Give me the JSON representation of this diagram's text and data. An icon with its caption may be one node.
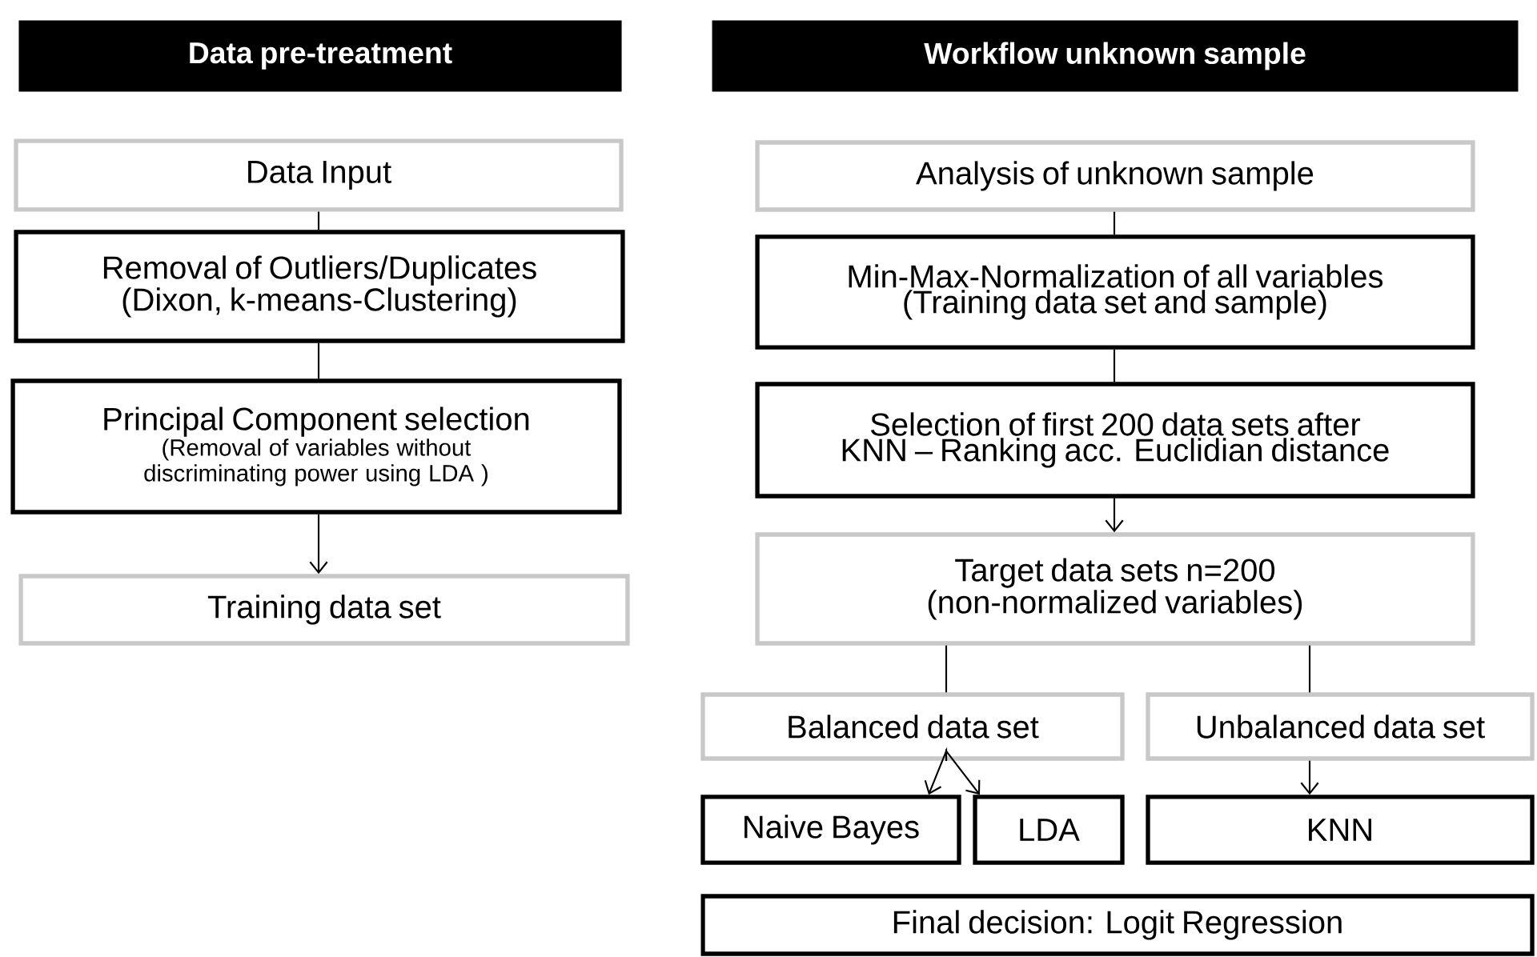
{
  "diagram": {
    "nodes": [
      {
        "text": [
          "Data pre-treatment"
        ]
      },
      {
        "text": [
          "Data Input"
        ]
      },
      {
        "text": [
          "Removal of Outliers/Duplicates",
          "(Dixon, k-means-Clustering)"
        ]
      },
      {
        "text": [
          "Principal Component selection",
          "(Removal of variables without discriminating power using  LDA )"
        ]
      },
      {
        "text": [
          "Training data set"
        ]
      },
      {
        "text": [
          "Workflow unknown sample"
        ]
      },
      {
        "text": [
          "Analysis of unknown sample"
        ]
      },
      {
        "text": [
          "Min-Max-Normalization of all variables",
          "(Training data set and sample)"
        ]
      },
      {
        "text": [
          "Selection of first 200 data sets after KNN – Ranking acc. Euclidian distance"
        ]
      },
      {
        "text": [
          "Target data sets n=200",
          "(non-normalized variables)"
        ]
      },
      {
        "text": [
          "Balanced data set"
        ]
      },
      {
        "text": [
          "Unbalanced data set"
        ]
      },
      {
        "text": [
          "Naive Bayes"
        ]
      },
      {
        "text": [
          "LDA"
        ]
      },
      {
        "text": [
          "KNN"
        ]
      },
      {
        "text": [
          "Final decision: Logit Regression"
        ]
      }
    ],
    "edges": [
      {
        "from": 1,
        "to": 2,
        "arrow": "none"
      },
      {
        "from": 2,
        "to": 3,
        "arrow": "none"
      },
      {
        "from": 3,
        "to": 4,
        "arrow": "to"
      },
      {
        "from": 6,
        "to": 7,
        "arrow": "none"
      },
      {
        "from": 7,
        "to": 8,
        "arrow": "none"
      },
      {
        "from": 8,
        "to": 9,
        "arrow": "to"
      },
      {
        "from": 9,
        "to": 10,
        "arrow": "none"
      },
      {
        "from": 9,
        "to": 11,
        "arrow": "none"
      },
      {
        "from": 10,
        "to": 12,
        "arrow": "to"
      },
      {
        "from": 10,
        "to": 13,
        "arrow": "to"
      },
      {
        "from": 11,
        "to": 14,
        "arrow": "to"
      }
    ]
  }
}
